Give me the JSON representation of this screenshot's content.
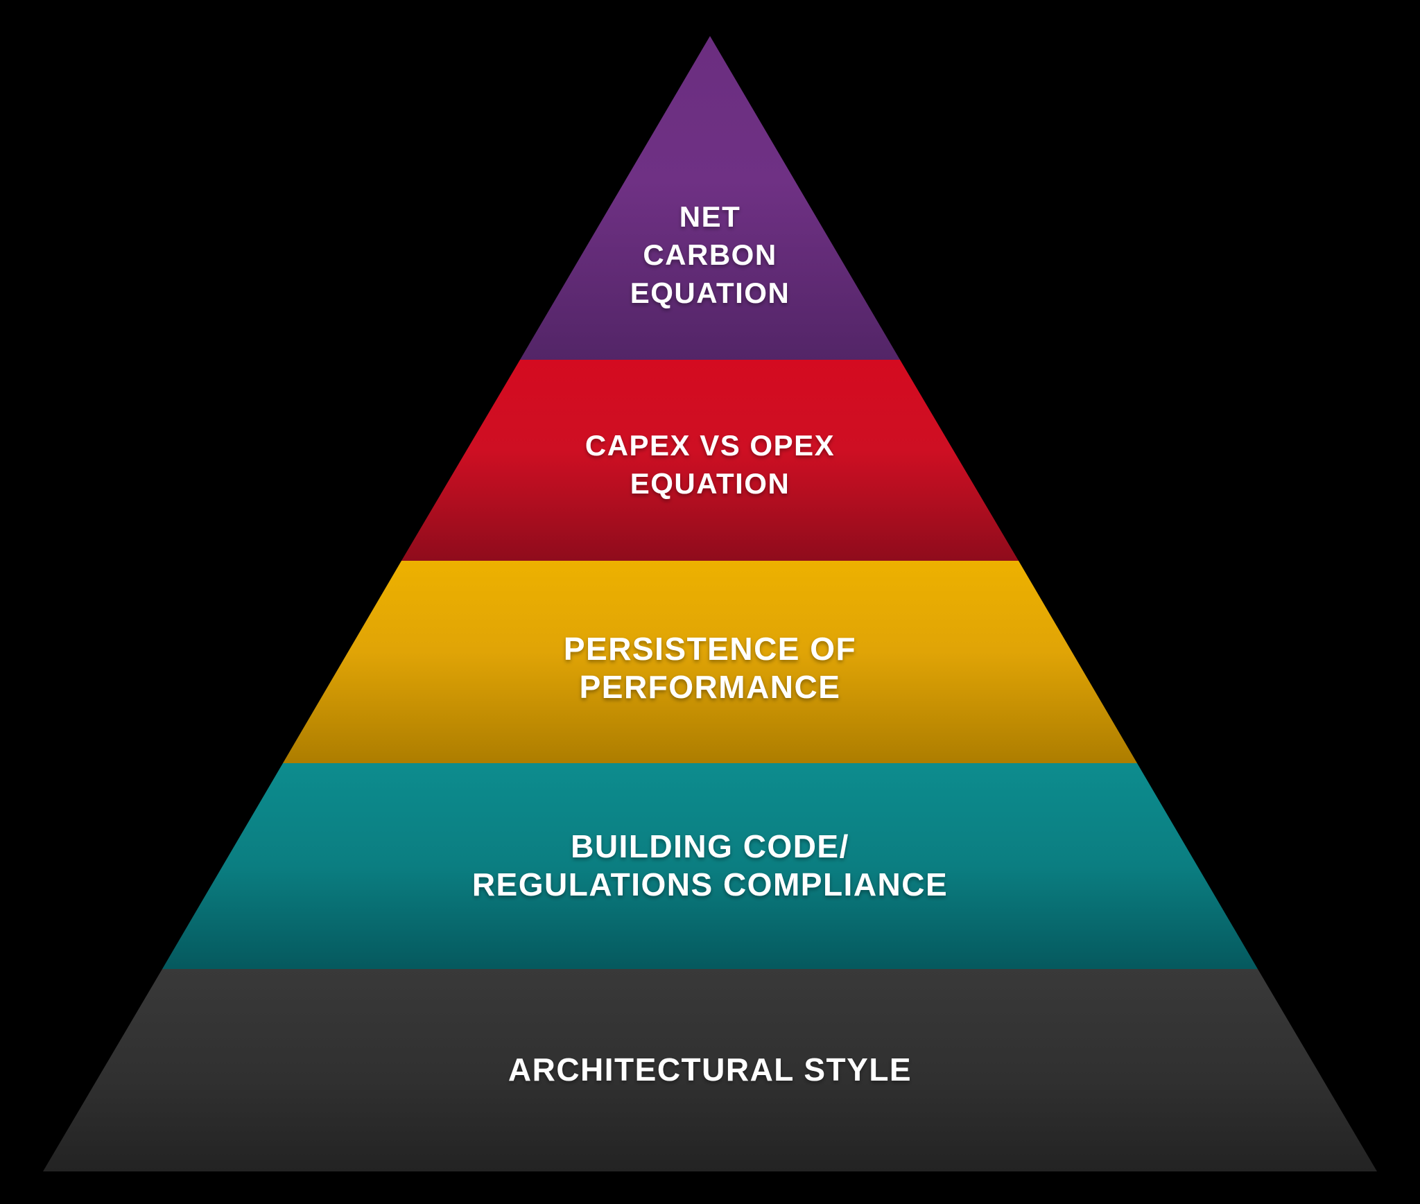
{
  "background_color": "#000000",
  "text_color": "#ffffff",
  "diagram": {
    "type": "pyramid",
    "title": "",
    "levels": [
      {
        "id": "net-carbon-equation",
        "label": "NET CARBON EQUATION",
        "lines": [
          "NET",
          "CARBON",
          "EQUATION"
        ],
        "colors": {
          "top": "#6b2e80",
          "mid": "#6f3184",
          "bottom": "#532567"
        }
      },
      {
        "id": "capex-vs-opex-equation",
        "label": "CAPEX VS OPEX EQUATION",
        "lines": [
          "CAPEX VS OPEX",
          "EQUATION"
        ],
        "colors": {
          "top": "#d40b20",
          "mid": "#ce0f23",
          "bottom": "#8f0c1c"
        }
      },
      {
        "id": "persistence-of-performance",
        "label": "PERSISTENCE OF PERFORMANCE",
        "lines": [
          "PERSISTENCE OF",
          "PERFORMANCE"
        ],
        "colors": {
          "top": "#edb100",
          "mid": "#e0a406",
          "bottom": "#ad7d00"
        }
      },
      {
        "id": "building-code-regulations-compliance",
        "label": "BUILDING CODE/ REGULATIONS COMPLIANCE",
        "lines": [
          "BUILDING CODE/",
          "REGULATIONS COMPLIANCE"
        ],
        "colors": {
          "top": "#0d8c8e",
          "mid": "#0b7e81",
          "bottom": "#05595e"
        }
      },
      {
        "id": "architectural-style",
        "label": "ARCHITECTURAL STYLE",
        "lines": [
          "ARCHITECTURAL STYLE"
        ],
        "colors": {
          "top": "#393939",
          "mid": "#303030",
          "bottom": "#232323"
        }
      }
    ]
  }
}
